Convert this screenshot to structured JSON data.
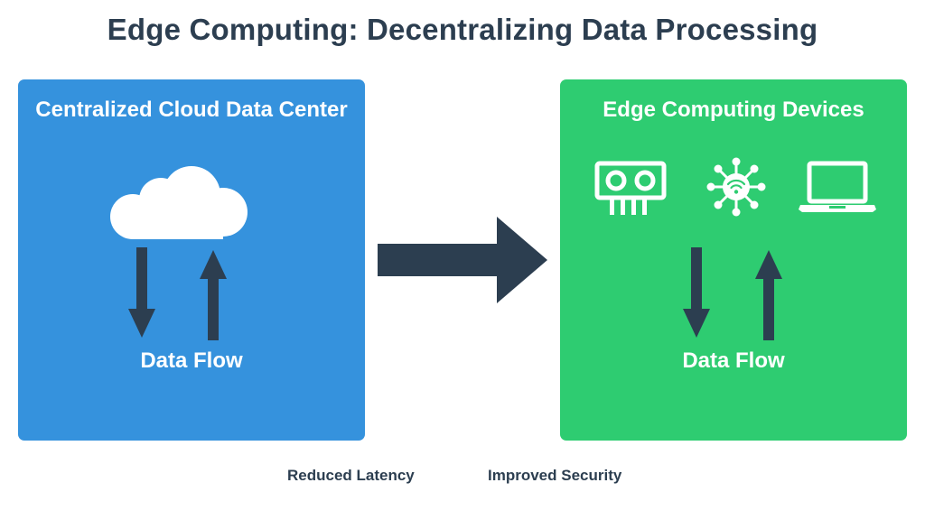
{
  "title": "Edge Computing: Decentralizing Data Processing",
  "colors": {
    "title": "#2c3e50",
    "cloud_panel": "#3592dd",
    "edge_panel": "#2ecc71",
    "arrow": "#2c3e50",
    "icon": "#ffffff"
  },
  "cloud_panel": {
    "title": "Centralized Cloud Data Center",
    "icon": "cloud-icon",
    "flow_label": "Data Flow"
  },
  "edge_panel": {
    "title": "Edge Computing Devices",
    "icons": [
      "memory-chip-icon",
      "iot-wireless-hub-icon",
      "laptop-icon"
    ],
    "flow_label": "Data Flow"
  },
  "transition_icon": "arrow-right-icon",
  "benefits": [
    "Reduced Latency",
    "Improved Security"
  ]
}
